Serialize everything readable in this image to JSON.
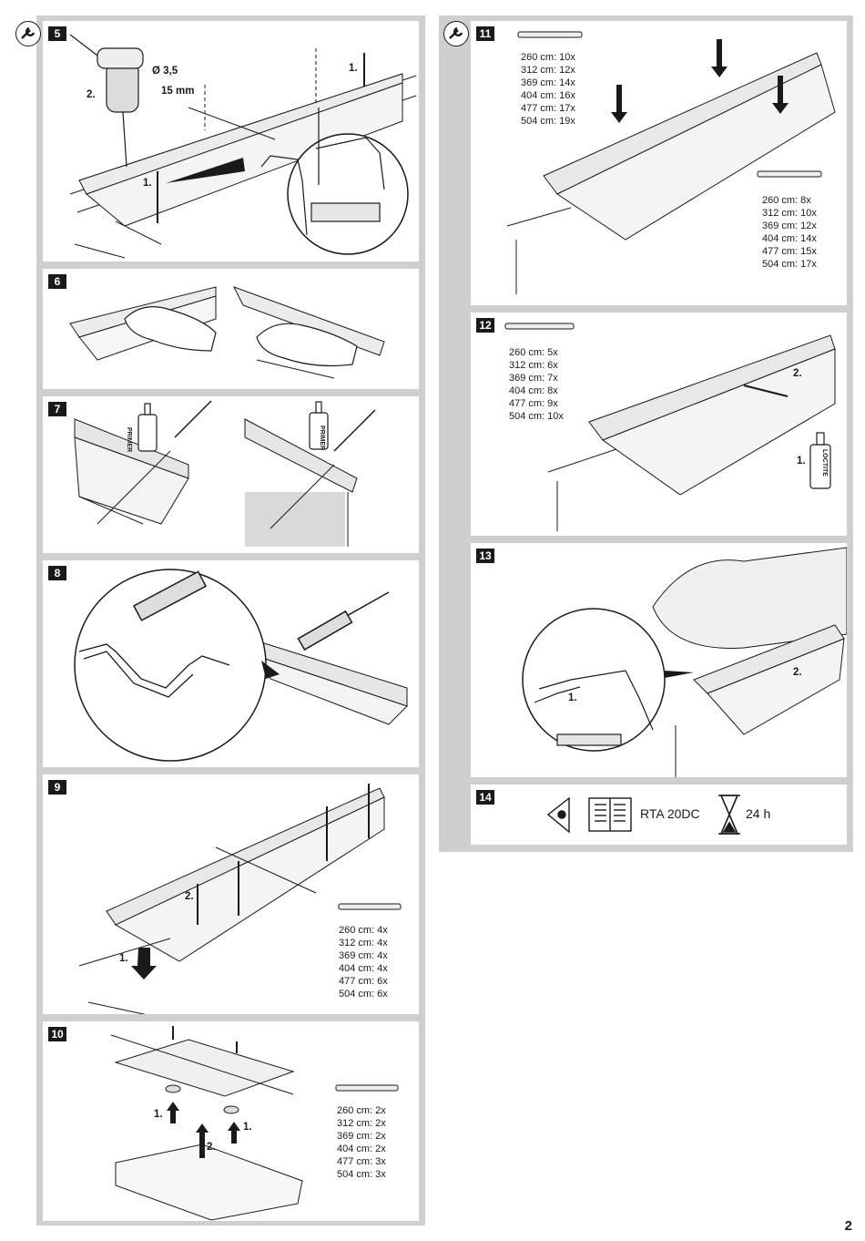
{
  "steps": {
    "s5": {
      "num": "5",
      "diameter": "Ø 3,5",
      "depth": "15 mm",
      "callout_1a": "1.",
      "callout_1b": "1.",
      "callout_2": "2."
    },
    "s6": {
      "num": "6"
    },
    "s7": {
      "num": "7",
      "primer_left": "PRIMER",
      "primer_right": "PRIMER"
    },
    "s8": {
      "num": "8"
    },
    "s9": {
      "num": "9",
      "callout_1": "1.",
      "callout_2": "2.",
      "table": [
        "260 cm: 4x",
        "312 cm: 4x",
        "369 cm: 4x",
        "404 cm: 4x",
        "477 cm: 6x",
        "504 cm: 6x"
      ]
    },
    "s10": {
      "num": "10",
      "callout_1a": "1.",
      "callout_1b": "1.",
      "callout_2": "2.",
      "table": [
        "260 cm: 2x",
        "312 cm: 2x",
        "369 cm: 2x",
        "404 cm: 2x",
        "477 cm: 3x",
        "504 cm: 3x"
      ]
    },
    "s11": {
      "num": "11",
      "table_a": [
        "260 cm: 10x",
        "312 cm: 12x",
        "369 cm: 14x",
        "404 cm: 16x",
        "477 cm: 17x",
        "504 cm: 19x"
      ],
      "table_b": [
        "260 cm: 8x",
        "312 cm: 10x",
        "369 cm: 12x",
        "404 cm: 14x",
        "477 cm: 15x",
        "504 cm: 17x"
      ]
    },
    "s12": {
      "num": "12",
      "callout_1": "1.",
      "callout_2": "2.",
      "bottle": "LOCTITE",
      "table": [
        "260 cm: 5x",
        "312 cm: 6x",
        "369 cm: 7x",
        "404 cm: 8x",
        "477 cm: 9x",
        "504 cm: 10x"
      ]
    },
    "s13": {
      "num": "13",
      "callout_1": "1.",
      "callout_2": "2."
    },
    "s14": {
      "num": "14",
      "product": "RTA 20DC",
      "time": "24 h"
    }
  },
  "page_number": "2",
  "colors": {
    "frame": "#cfcfcf",
    "ink": "#1a1a1a",
    "fill": "#e9e9e9"
  },
  "icons": [
    "wrench-icon",
    "drill-icon",
    "hand-icon",
    "brush-icon",
    "caulk-gun-icon",
    "screw-icon",
    "ruler-icon",
    "eye-icon",
    "book-icon",
    "hourglass-icon"
  ]
}
